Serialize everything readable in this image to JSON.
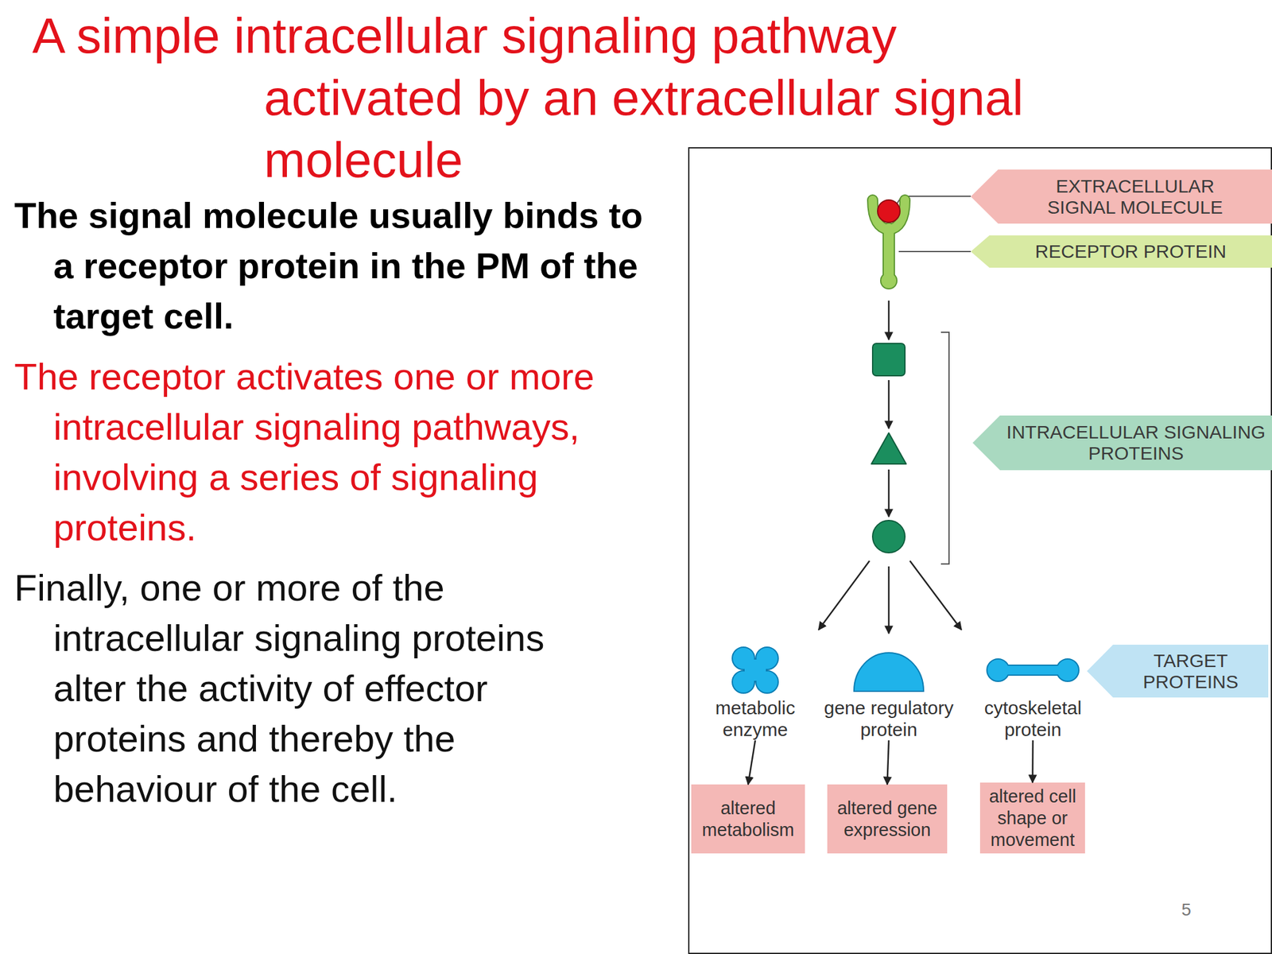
{
  "diagram": {
    "title": "A simple intracellular signaling pathway activated by an extracellular signal molecule",
    "nodes": [
      {
        "text": [
          "EXTRACELLULAR SIGNAL MOLECULE"
        ]
      },
      {
        "text": [
          "RECEPTOR PROTEIN"
        ]
      },
      {
        "text": [
          "INTRACELLULAR SIGNALING PROTEINS"
        ]
      },
      {
        "text": [
          "metabolic enzyme"
        ]
      },
      {
        "text": [
          "gene regulatory protein"
        ]
      },
      {
        "text": [
          "cytoskeletal protein"
        ]
      },
      {
        "text": [
          "TARGET PROTEINS"
        ]
      },
      {
        "text": [
          "altered metabolism"
        ]
      },
      {
        "text": [
          "altered gene expression"
        ]
      },
      {
        "text": [
          "altered cell shape or movement"
        ]
      }
    ],
    "edges": [
      {
        "from": 3,
        "to": 7,
        "arrow": "to"
      },
      {
        "from": 4,
        "to": 8,
        "arrow": "to"
      },
      {
        "from": 5,
        "to": 9,
        "arrow": "to"
      }
    ],
    "labels": [
      "The signal molecule usually binds to a receptor protein in the PM of the target cell.",
      "The receptor activates one or more intracellular signaling pathways, involving a series of signaling proteins.",
      "Finally, one or more of the intracellular signaling proteins alter the activity of effector proteins and thereby the behaviour of the cell.",
      "5"
    ]
  }
}
